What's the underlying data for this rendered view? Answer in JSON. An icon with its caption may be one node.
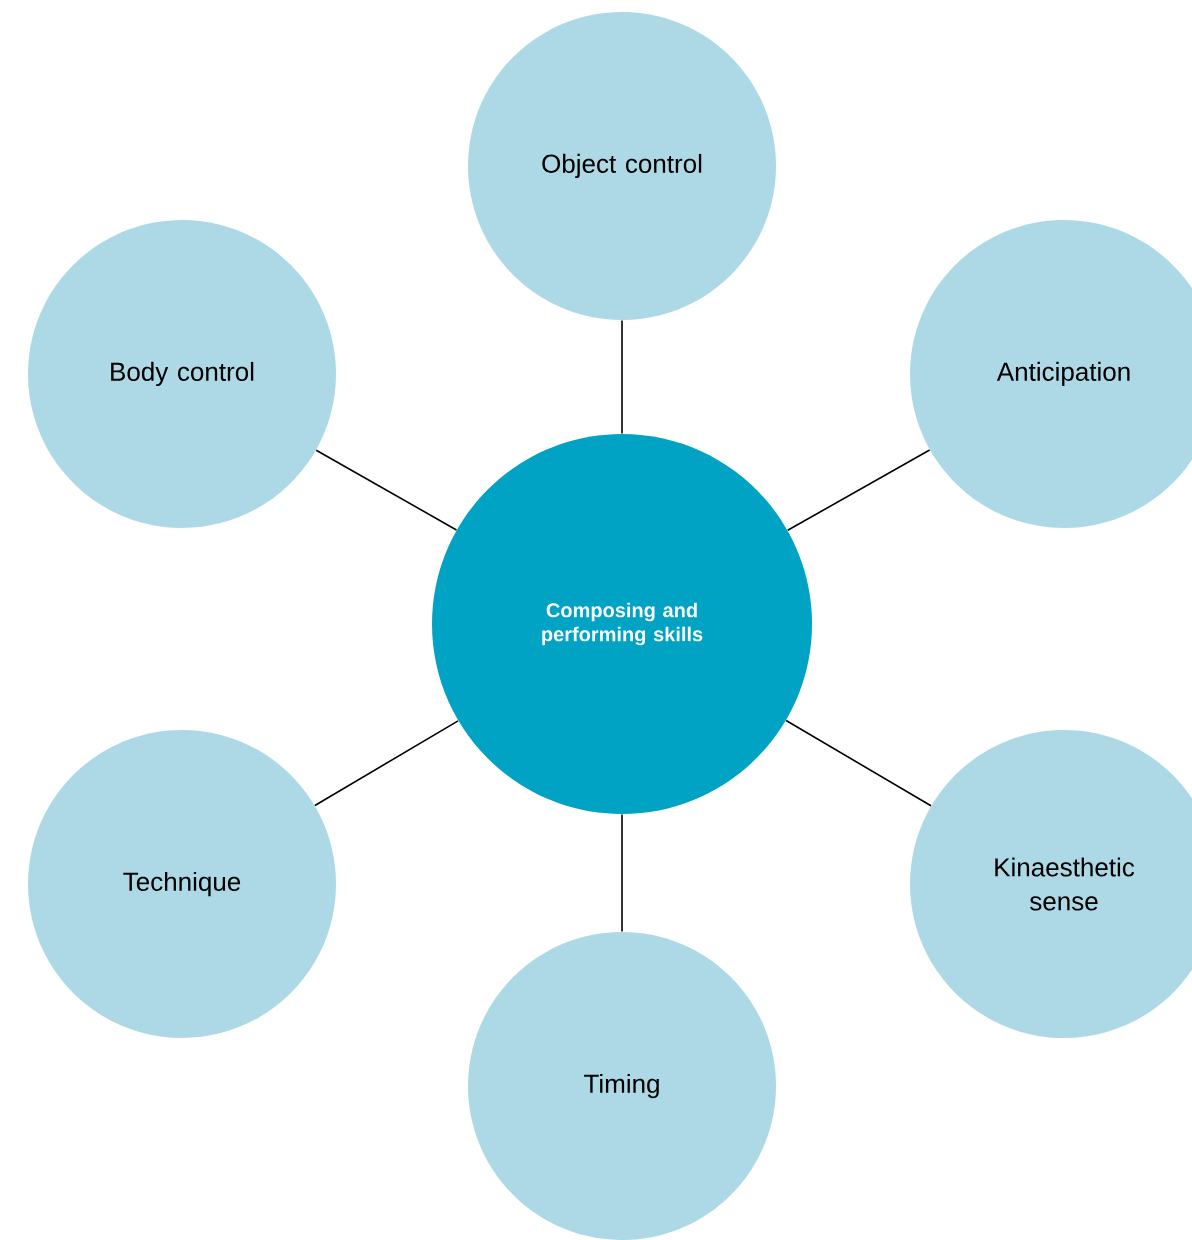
{
  "diagram": {
    "nodes": [
      {
        "text": [
          "Composing and performing skills"
        ]
      },
      {
        "text": [
          "Object control"
        ]
      },
      {
        "text": [
          "Body control"
        ]
      },
      {
        "text": [
          "Anticipation"
        ]
      },
      {
        "text": [
          "Technique"
        ]
      },
      {
        "text": [
          "Kinaesthetic sense"
        ]
      },
      {
        "text": [
          "Timing"
        ]
      }
    ],
    "edges": [
      {
        "from": 0,
        "to": 1,
        "arrow": "none"
      },
      {
        "from": 0,
        "to": 2,
        "arrow": "none"
      },
      {
        "from": 0,
        "to": 3,
        "arrow": "none"
      },
      {
        "from": 0,
        "to": 4,
        "arrow": "none"
      },
      {
        "from": 0,
        "to": 5,
        "arrow": "none"
      },
      {
        "from": 0,
        "to": 6,
        "arrow": "none"
      }
    ]
  }
}
